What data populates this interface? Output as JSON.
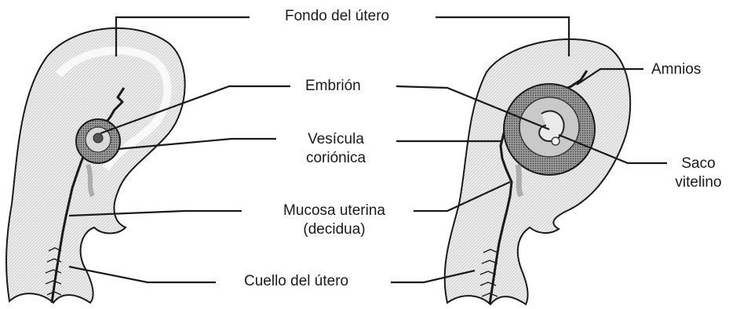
{
  "labels": {
    "fundus": "Fondo del útero",
    "embryo": "Embrión",
    "chorionic_1": "Vesícula",
    "chorionic_2": "coriónica",
    "mucosa_1": "Mucosa uterina",
    "mucosa_2": "(decidua)",
    "cervix": "Cuello del útero",
    "amnion": "Amnios",
    "yolk_1": "Saco",
    "yolk_2": "vitelino"
  },
  "colors": {
    "line": "#1a1a1a",
    "tissue": "#eeeeee",
    "tissue_shade": "#cfcfcf",
    "lumen": "#222222"
  }
}
